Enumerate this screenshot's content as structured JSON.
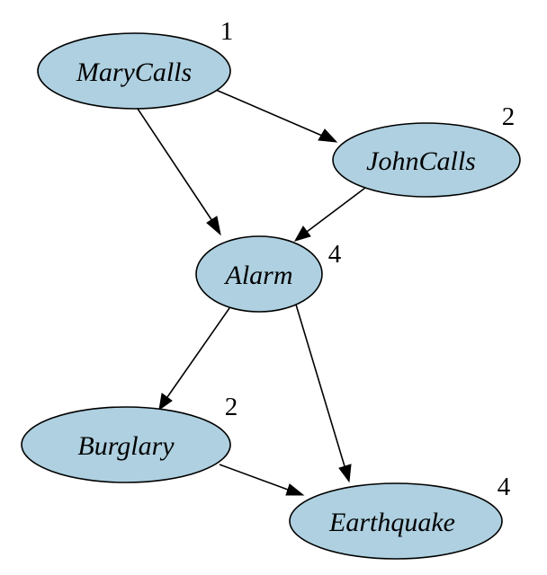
{
  "nodes": {
    "marycalls": {
      "label": "MaryCalls",
      "count": "1"
    },
    "johncalls": {
      "label": "JohnCalls",
      "count": "2"
    },
    "alarm": {
      "label": "Alarm",
      "count": "4"
    },
    "burglary": {
      "label": "Burglary",
      "count": "2"
    },
    "earthquake": {
      "label": "Earthquake",
      "count": "4"
    }
  },
  "edges": [
    {
      "from": "MaryCalls",
      "to": "JohnCalls"
    },
    {
      "from": "MaryCalls",
      "to": "Alarm"
    },
    {
      "from": "JohnCalls",
      "to": "Alarm"
    },
    {
      "from": "Alarm",
      "to": "Burglary"
    },
    {
      "from": "Alarm",
      "to": "Earthquake"
    },
    {
      "from": "Burglary",
      "to": "Earthquake"
    }
  ],
  "colors": {
    "node_fill": "#aed0e0",
    "stroke": "#000000",
    "background": "#ffffff"
  }
}
